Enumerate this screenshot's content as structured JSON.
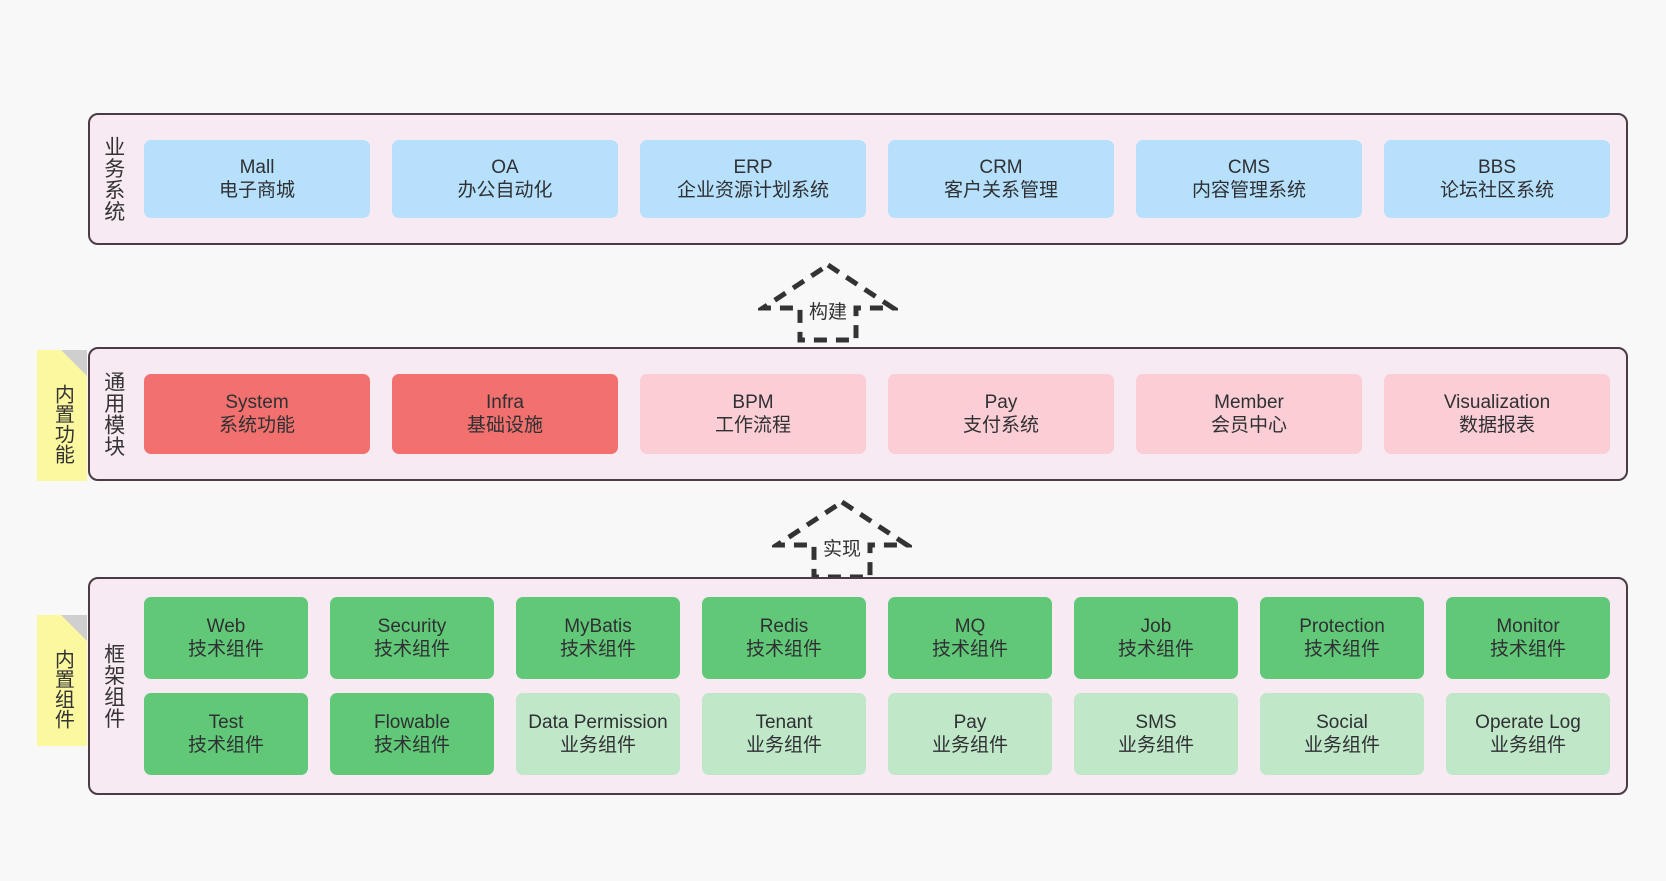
{
  "diagram": {
    "background_color": "#f8f8f8",
    "layer_fill": "#f8eaf3",
    "layer_border": "#4a3b45",
    "note_color": "#fbf8a0"
  },
  "layers": [
    {
      "key": "business",
      "title": "业务系统",
      "rows": [
        [
          {
            "en": "Mall",
            "cn": "电子商城",
            "color": "#b6e0fb",
            "style": "c-blue"
          },
          {
            "en": "OA",
            "cn": "办公自动化",
            "color": "#b6e0fb",
            "style": "c-blue"
          },
          {
            "en": "ERP",
            "cn": "企业资源计划系统",
            "color": "#b6e0fb",
            "style": "c-blue"
          },
          {
            "en": "CRM",
            "cn": "客户关系管理",
            "color": "#b6e0fb",
            "style": "c-blue"
          },
          {
            "en": "CMS",
            "cn": "内容管理系统",
            "color": "#b6e0fb",
            "style": "c-blue"
          },
          {
            "en": "BBS",
            "cn": "论坛社区系统",
            "color": "#b6e0fb",
            "style": "c-blue"
          }
        ]
      ]
    },
    {
      "key": "modules",
      "title": "通用模块",
      "note": "内置功能",
      "rows": [
        [
          {
            "en": "System",
            "cn": "系统功能",
            "color": "#f2706e",
            "style": "c-red"
          },
          {
            "en": "Infra",
            "cn": "基础设施",
            "color": "#f2706e",
            "style": "c-red"
          },
          {
            "en": "BPM",
            "cn": "工作流程",
            "color": "#fbcdd4",
            "style": "c-pink"
          },
          {
            "en": "Pay",
            "cn": "支付系统",
            "color": "#fbcdd4",
            "style": "c-pink"
          },
          {
            "en": "Member",
            "cn": "会员中心",
            "color": "#fbcdd4",
            "style": "c-pink"
          },
          {
            "en": "Visualization",
            "cn": "数据报表",
            "color": "#fbcdd4",
            "style": "c-pink"
          }
        ]
      ]
    },
    {
      "key": "frame",
      "title": "框架组件",
      "note": "内置组件",
      "rows": [
        [
          {
            "en": "Web",
            "cn": "技术组件",
            "color": "#61c878",
            "style": "c-green"
          },
          {
            "en": "Security",
            "cn": "技术组件",
            "color": "#61c878",
            "style": "c-green"
          },
          {
            "en": "MyBatis",
            "cn": "技术组件",
            "color": "#61c878",
            "style": "c-green"
          },
          {
            "en": "Redis",
            "cn": "技术组件",
            "color": "#61c878",
            "style": "c-green"
          },
          {
            "en": "MQ",
            "cn": "技术组件",
            "color": "#61c878",
            "style": "c-green"
          },
          {
            "en": "Job",
            "cn": "技术组件",
            "color": "#61c878",
            "style": "c-green"
          },
          {
            "en": "Protection",
            "cn": "技术组件",
            "color": "#61c878",
            "style": "c-green"
          },
          {
            "en": "Monitor",
            "cn": "技术组件",
            "color": "#61c878",
            "style": "c-green"
          }
        ],
        [
          {
            "en": "Test",
            "cn": "技术组件",
            "color": "#61c878",
            "style": "c-green"
          },
          {
            "en": "Flowable",
            "cn": "技术组件",
            "color": "#61c878",
            "style": "c-green"
          },
          {
            "en": "Data Permission",
            "cn": "业务组件",
            "color": "#bfe7c8",
            "style": "c-green-light"
          },
          {
            "en": "Tenant",
            "cn": "业务组件",
            "color": "#bfe7c8",
            "style": "c-green-light"
          },
          {
            "en": "Pay",
            "cn": "业务组件",
            "color": "#bfe7c8",
            "style": "c-green-light"
          },
          {
            "en": "SMS",
            "cn": "业务组件",
            "color": "#bfe7c8",
            "style": "c-green-light"
          },
          {
            "en": "Social",
            "cn": "业务组件",
            "color": "#bfe7c8",
            "style": "c-green-light"
          },
          {
            "en": "Operate Log",
            "cn": "业务组件",
            "color": "#bfe7c8",
            "style": "c-green-light"
          }
        ]
      ]
    }
  ],
  "arrows": [
    {
      "key": "build",
      "label": "构建"
    },
    {
      "key": "implement",
      "label": "实现"
    }
  ]
}
